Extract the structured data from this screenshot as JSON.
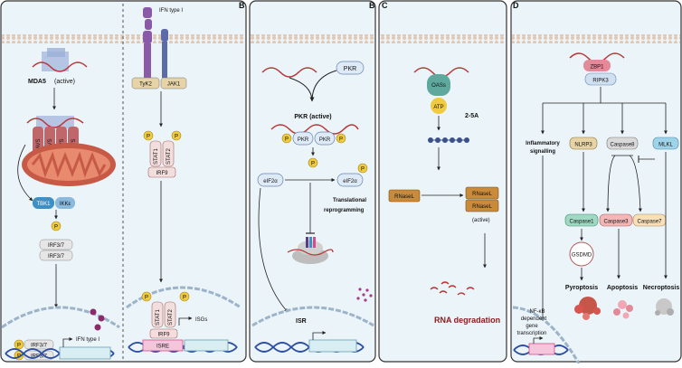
{
  "panels": {
    "a": {
      "letter": "",
      "mda5": "MDA5",
      "mda5_state": "(active)",
      "mavs": "MAVS",
      "tbk1": "TBK1",
      "ikke": "IKKε",
      "irf37": "IRF3/7",
      "ifn_output": "IFN type I",
      "phospho": "P"
    },
    "b": {
      "letter": "B",
      "ifn_type": "IFN type I",
      "tyk2": "TyK2",
      "jak1": "JAK1",
      "stat1": "STAT1",
      "stat2": "STAT2",
      "irf9": "IRF9",
      "isre": "ISRE",
      "isgs": "ISGs",
      "phospho": "P"
    },
    "c": {
      "letter": "B",
      "pkr": "PKR",
      "pkr_active": "PKR (active)",
      "eif2a": "eIF2α",
      "translational": "Translational",
      "reprogramming": "reprogramming",
      "isr": "ISR",
      "phospho": "P"
    },
    "d": {
      "letter": "C",
      "oass": "OASs",
      "atp": "ATP",
      "two5a": "2-5A",
      "rnasel": "RNaseL",
      "active": "(active)",
      "rna_degradation": "RNA degradation"
    },
    "e": {
      "letter": "D",
      "zbp1": "ZBP1",
      "ripk3": "RIPK3",
      "inflammatory": "Inflammatory",
      "signalling": "signalling",
      "nlrp3": "NLRP3",
      "caspase8": "Caspase8",
      "mlkl": "MLKL",
      "caspase1": "Caspase1",
      "caspase3": "Caspase3",
      "caspase7": "Caspase7",
      "gsdmd": "GSDMD",
      "pyroptosis": "Pyroptosis",
      "apoptosis": "Apoptosis",
      "necroptosis": "Necroptosis",
      "nfkb_1": "NF-κB",
      "nfkb_2": "dependent",
      "nfkb_3": "gene",
      "nfkb_4": "transcription"
    }
  },
  "colors": {
    "panel_bg": "#ebf4f9",
    "membrane": "#e9d4c4",
    "mavs": "#c0676b",
    "mitochondria": "#c65a47",
    "tbk1": "#3f8fc4",
    "ikke": "#8ab9de",
    "gray_box": "#e6e6e6",
    "pkr_box": "#dfeaf7",
    "phospho": "#f1cb3e",
    "rnasel": "#c98b3a",
    "oas": "#5ea89d",
    "atp": "#f1cb3e",
    "two5a": "#3b4f8a",
    "rna_degradation": "#8b1a1a",
    "zbp1": "#e38a99",
    "ripk3": "#cfe0f1",
    "nlrp3": "#e6d3a6",
    "caspase8": "#dadada",
    "mlkl": "#9fd3e8",
    "caspase1": "#9fd9c4",
    "caspase3": "#f3b7b7",
    "caspase7": "#f6dfb9",
    "dna_blue": "#2b4ea3",
    "dna_pink": "#d94a88"
  }
}
